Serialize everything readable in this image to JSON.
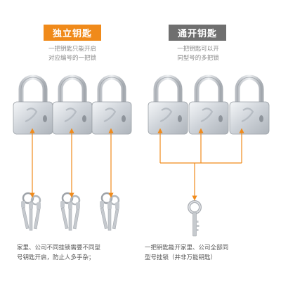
{
  "left": {
    "badge": "独立钥匙",
    "desc_lines": [
      "一把钥匙只能开启",
      "对应编号的一把锁"
    ],
    "caption_lines": [
      "家里、公司不同挂锁需要不同型",
      "号钥匙开启，防止人多手杂；"
    ]
  },
  "right": {
    "badge": "通开钥匙",
    "desc_lines": [
      "一把钥匙可以开",
      "同型号的多把锁"
    ],
    "caption_lines": [
      "一把钥匙能开家里、公司全部同",
      "型号挂锁（并非万能钥匙）"
    ]
  },
  "colors": {
    "accent": "#f08a1a",
    "badge_gray": "#6f6f6f",
    "lock_silver": "#d9dde2"
  },
  "icons": {
    "lock": "padlock-icon",
    "keyset": "key-bundle-icon",
    "single_key": "single-key-icon"
  }
}
